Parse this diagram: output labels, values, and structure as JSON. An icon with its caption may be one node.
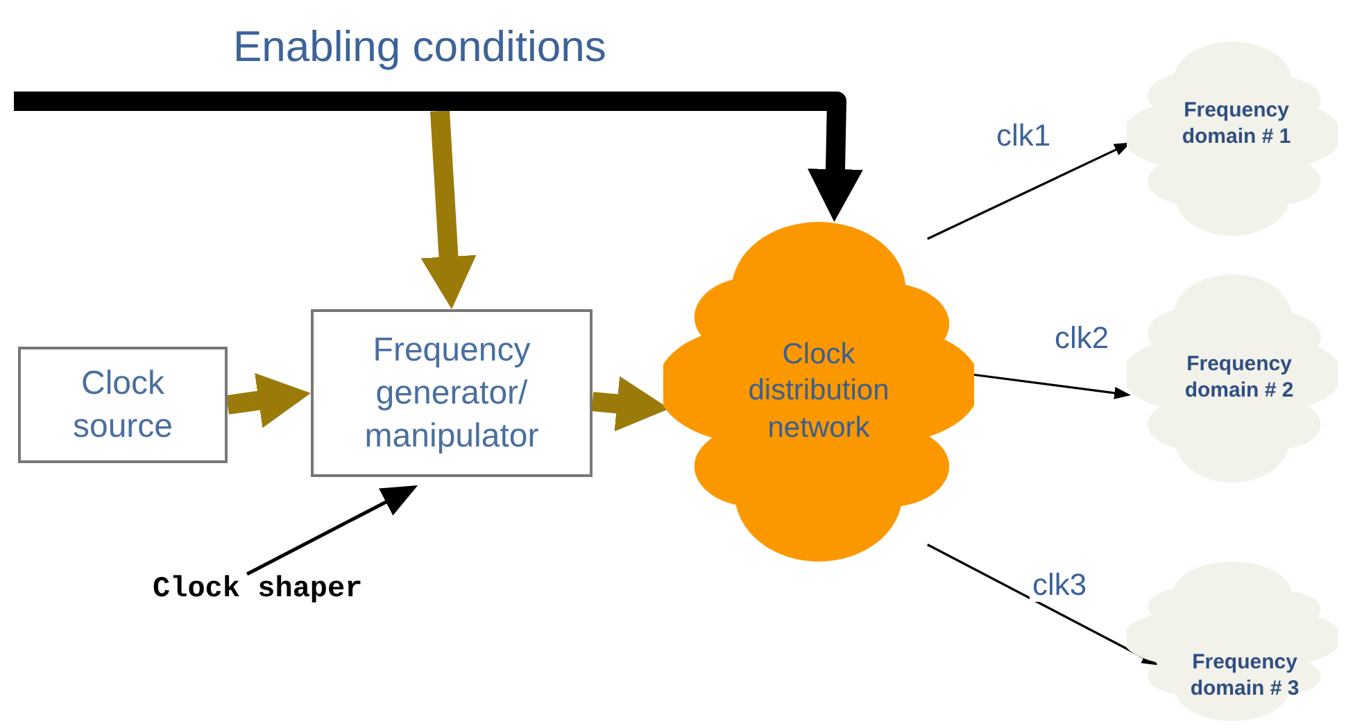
{
  "diagram": {
    "nodes": [
      {
        "text": [
          "Clock source"
        ]
      },
      {
        "text": [
          "Frequency generator/ manipulator"
        ]
      },
      {
        "text": [
          "Clock distribution network"
        ]
      },
      {
        "text": [
          "Frequency domain # 1"
        ]
      },
      {
        "text": [
          "Frequency domain # 2"
        ]
      },
      {
        "text": [
          "Frequency domain # 3"
        ]
      },
      {
        "text": [
          "Clock shaper"
        ]
      }
    ],
    "edges": [
      {
        "from": null,
        "to": 1,
        "arrow": "to",
        "style": "thick",
        "color": "#9a7b0a"
      },
      {
        "from": null,
        "to": 2,
        "arrow": "to",
        "style": "thick"
      },
      {
        "from": 0,
        "to": 1,
        "arrow": "to",
        "style": "thick",
        "color": "#9a7b0a"
      },
      {
        "from": 1,
        "to": 2,
        "arrow": "to",
        "style": "thick",
        "color": "#9a7b0a"
      },
      {
        "from": 2,
        "to": 3,
        "arrow": "to",
        "label": "clk1"
      },
      {
        "from": 2,
        "to": 4,
        "arrow": "to",
        "label": "clk2"
      },
      {
        "from": 2,
        "to": 5,
        "arrow": "to",
        "label": "clk3"
      },
      {
        "from": 6,
        "to": 1,
        "arrow": "to"
      }
    ],
    "labels": [
      "Enabling conditions"
    ]
  }
}
